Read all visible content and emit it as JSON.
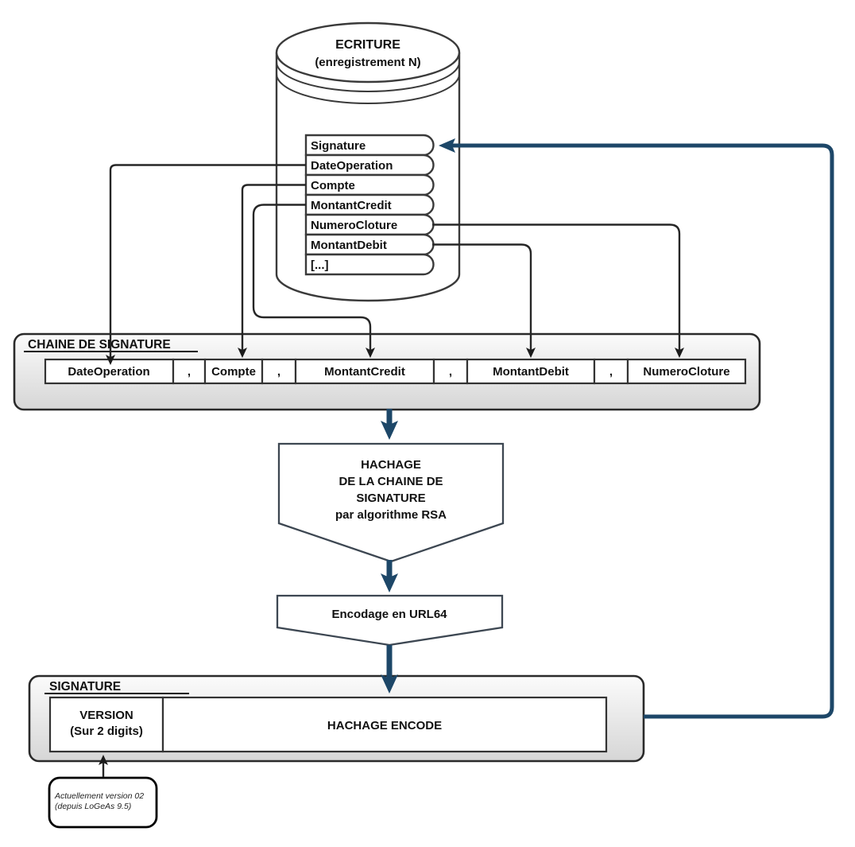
{
  "db": {
    "title": "ECRITURE",
    "subtitle": "(enregistrement N)",
    "fields": [
      "Signature",
      "DateOperation",
      "Compte",
      "MontantCredit",
      "NumeroCloture",
      "MontantDebit",
      "[...]"
    ]
  },
  "chain": {
    "title": "CHAINE DE SIGNATURE",
    "cells": [
      "DateOperation",
      ",",
      "Compte",
      ",",
      "MontantCredit",
      ",",
      "MontantDebit",
      ",",
      "NumeroCloture"
    ]
  },
  "hash_step": {
    "line1": "HACHAGE",
    "line2": "DE LA CHAINE DE",
    "line3": "SIGNATURE",
    "line4": "par algorithme RSA"
  },
  "encode_step": {
    "label": "Encodage en URL64"
  },
  "signature_box": {
    "title": "SIGNATURE",
    "version_line1": "VERSION",
    "version_line2": "(Sur 2 digits)",
    "hash_encoded": "HACHAGE ENCODE"
  },
  "note": {
    "line1": "Actuellement version 02",
    "line2": "(depuis LoGeAs 9.5)"
  },
  "colors": {
    "accent_navy": "#1d4768",
    "connector_black": "#262626",
    "shape_border": "#3d4752",
    "box_fill_top": "#fbfbfb",
    "box_fill_bottom": "#d6d6d6"
  }
}
